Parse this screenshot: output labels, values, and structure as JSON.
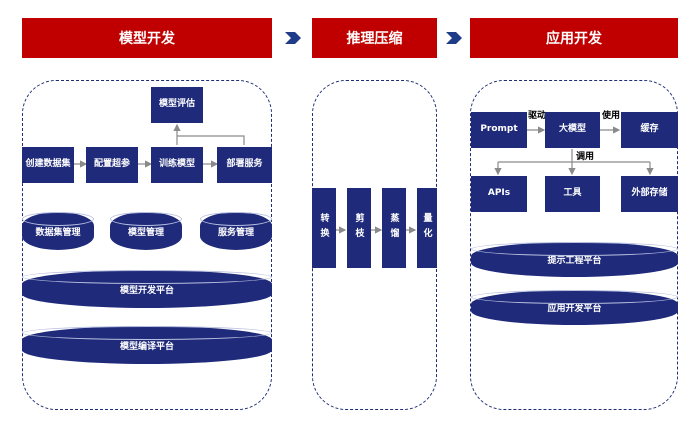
{
  "headers": {
    "model_dev": "模型开发",
    "inference": "推理压缩",
    "app_dev": "应用开发"
  },
  "model_dev": {
    "eval": "模型评估",
    "pipeline": [
      "创建数据集",
      "配置超参",
      "训练模型",
      "部署服务"
    ],
    "mgmt": [
      "数据集管理",
      "模型管理",
      "服务管理"
    ],
    "platforms": [
      "模型开发平台",
      "模型编译平台"
    ]
  },
  "inference": {
    "steps": [
      "转换",
      "剪枝",
      "蒸馏",
      "量化"
    ]
  },
  "app_dev": {
    "prompt": "Prompt",
    "drive_label": "驱动",
    "llm": "大模型",
    "use_label": "使用",
    "cache": "缓存",
    "call_label": "调用",
    "apis": "APIs",
    "tools": "工具",
    "storage": "外部存储",
    "platforms": [
      "提示工程平台",
      "应用开发平台"
    ]
  },
  "colors": {
    "header_red": "#c00000",
    "box_navy": "#1f2b7a",
    "arrow_blue": "#1f3c88"
  }
}
